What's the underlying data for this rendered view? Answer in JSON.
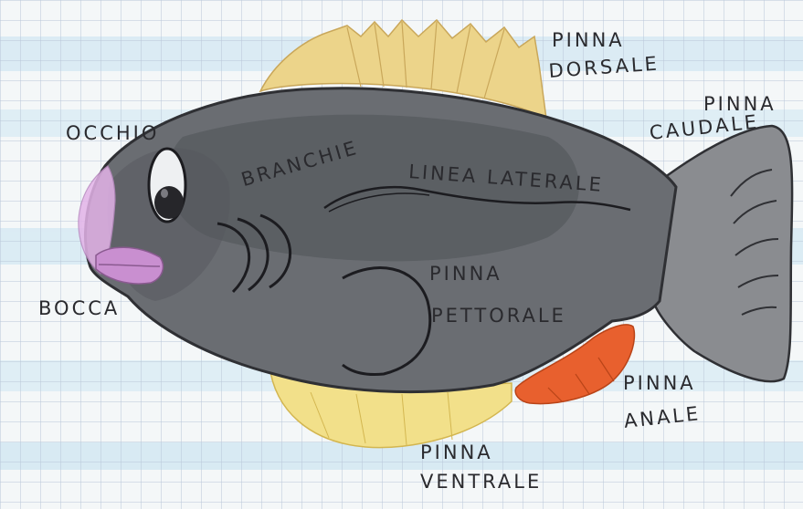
{
  "labels": {
    "occhio": "OCCHIO",
    "bocca": "BOCCA",
    "branchie": "BRANCHIE",
    "linea_laterale": "LINEA LATERALE",
    "pinna_dorsale": [
      "PINNA",
      "DORSALE"
    ],
    "pinna_caudale": [
      "PINNA",
      "CAUDALE"
    ],
    "pinna_pettorale": [
      "PINNA",
      "PETTORALE"
    ],
    "pinna_anale": [
      "PINNA",
      "ANALE"
    ],
    "pinna_ventrale": [
      "PINNA",
      "VENTRALE"
    ]
  },
  "colors": {
    "body": "#6a6d72",
    "body_dark": "#4a4d52",
    "tail": "#8a8c90",
    "dorsal_fin": "#ecd48a",
    "ventral_fin": "#f2e08a",
    "anal_fin": "#e8602e",
    "mouth": "#c98fd0",
    "eye": "#26262a",
    "grid_line": "#b8c6d8",
    "paper": "#f4f7f8",
    "water": "#cfe6f2"
  }
}
